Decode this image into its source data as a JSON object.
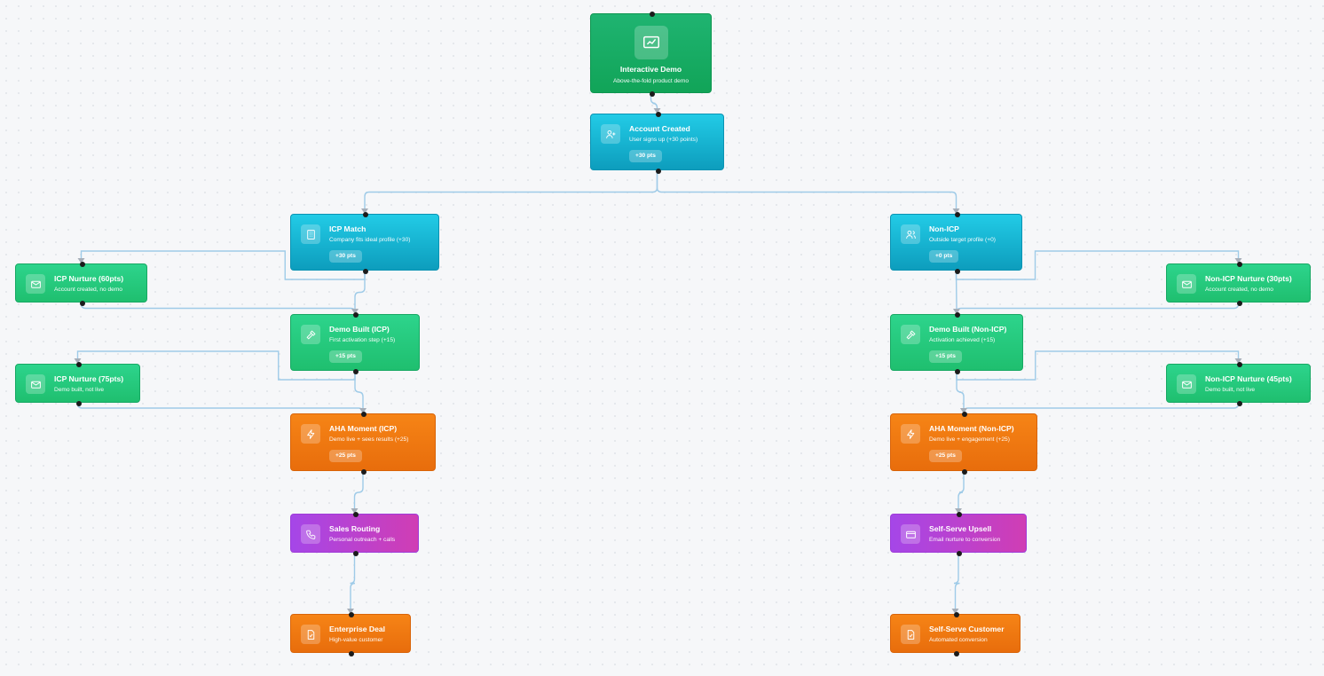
{
  "nodes": {
    "interactive_demo": {
      "title": "Interactive Demo",
      "subtitle": "Above-the-fold product demo",
      "icon": "presentation-chart-icon"
    },
    "account_created": {
      "title": "Account Created",
      "subtitle": "User signs up (+30 points)",
      "badge": "+30 pts",
      "icon": "user-plus-icon"
    },
    "icp_match": {
      "title": "ICP Match",
      "subtitle": "Company fits ideal profile (+30)",
      "badge": "+30 pts",
      "icon": "building-icon"
    },
    "non_icp": {
      "title": "Non-ICP",
      "subtitle": "Outside target profile (+0)",
      "badge": "+0 pts",
      "icon": "users-icon"
    },
    "icp_nurture_60": {
      "title": "ICP Nurture (60pts)",
      "subtitle": "Account created, no demo",
      "icon": "mail-icon"
    },
    "non_icp_nurture_30": {
      "title": "Non-ICP Nurture (30pts)",
      "subtitle": "Account created, no demo",
      "icon": "mail-icon"
    },
    "demo_built_icp": {
      "title": "Demo Built (ICP)",
      "subtitle": "First activation step (+15)",
      "badge": "+15 pts",
      "icon": "hammer-icon"
    },
    "demo_built_non_icp": {
      "title": "Demo Built (Non-ICP)",
      "subtitle": "Activation achieved (+15)",
      "badge": "+15 pts",
      "icon": "hammer-icon"
    },
    "icp_nurture_75": {
      "title": "ICP Nurture (75pts)",
      "subtitle": "Demo built, not live",
      "icon": "mail-icon"
    },
    "non_icp_nurture_45": {
      "title": "Non-ICP Nurture (45pts)",
      "subtitle": "Demo built, not live",
      "icon": "mail-icon"
    },
    "aha_icp": {
      "title": "AHA Moment (ICP)",
      "subtitle": "Demo live + sees results (+25)",
      "badge": "+25 pts",
      "icon": "lightning-icon"
    },
    "aha_non_icp": {
      "title": "AHA Moment (Non-ICP)",
      "subtitle": "Demo live + engagement (+25)",
      "badge": "+25 pts",
      "icon": "lightning-icon"
    },
    "sales_routing": {
      "title": "Sales Routing",
      "subtitle": "Personal outreach + calls",
      "icon": "phone-icon"
    },
    "self_serve_upsell": {
      "title": "Self-Serve Upsell",
      "subtitle": "Email nurture to conversion",
      "icon": "credit-card-icon"
    },
    "enterprise_deal": {
      "title": "Enterprise Deal",
      "subtitle": "High-value customer",
      "icon": "document-check-icon"
    },
    "self_serve_customer": {
      "title": "Self-Serve Customer",
      "subtitle": "Automated conversion",
      "icon": "document-check-icon"
    }
  },
  "edges": [
    [
      "interactive_demo",
      "account_created"
    ],
    [
      "account_created",
      "icp_match"
    ],
    [
      "account_created",
      "non_icp"
    ],
    [
      "icp_match",
      "icp_nurture_60"
    ],
    [
      "icp_match",
      "demo_built_icp"
    ],
    [
      "icp_nurture_60",
      "demo_built_icp"
    ],
    [
      "non_icp",
      "non_icp_nurture_30"
    ],
    [
      "non_icp",
      "demo_built_non_icp"
    ],
    [
      "non_icp_nurture_30",
      "demo_built_non_icp"
    ],
    [
      "demo_built_icp",
      "icp_nurture_75"
    ],
    [
      "demo_built_icp",
      "aha_icp"
    ],
    [
      "icp_nurture_75",
      "aha_icp"
    ],
    [
      "demo_built_non_icp",
      "non_icp_nurture_45"
    ],
    [
      "demo_built_non_icp",
      "aha_non_icp"
    ],
    [
      "non_icp_nurture_45",
      "aha_non_icp"
    ],
    [
      "aha_icp",
      "sales_routing"
    ],
    [
      "aha_non_icp",
      "self_serve_upsell"
    ],
    [
      "sales_routing",
      "enterprise_deal"
    ],
    [
      "self_serve_upsell",
      "self_serve_customer"
    ]
  ],
  "colors": {
    "edge": "#9fcbe8",
    "arrow": "#a6aeb8",
    "handle": "#1b1b1b"
  }
}
